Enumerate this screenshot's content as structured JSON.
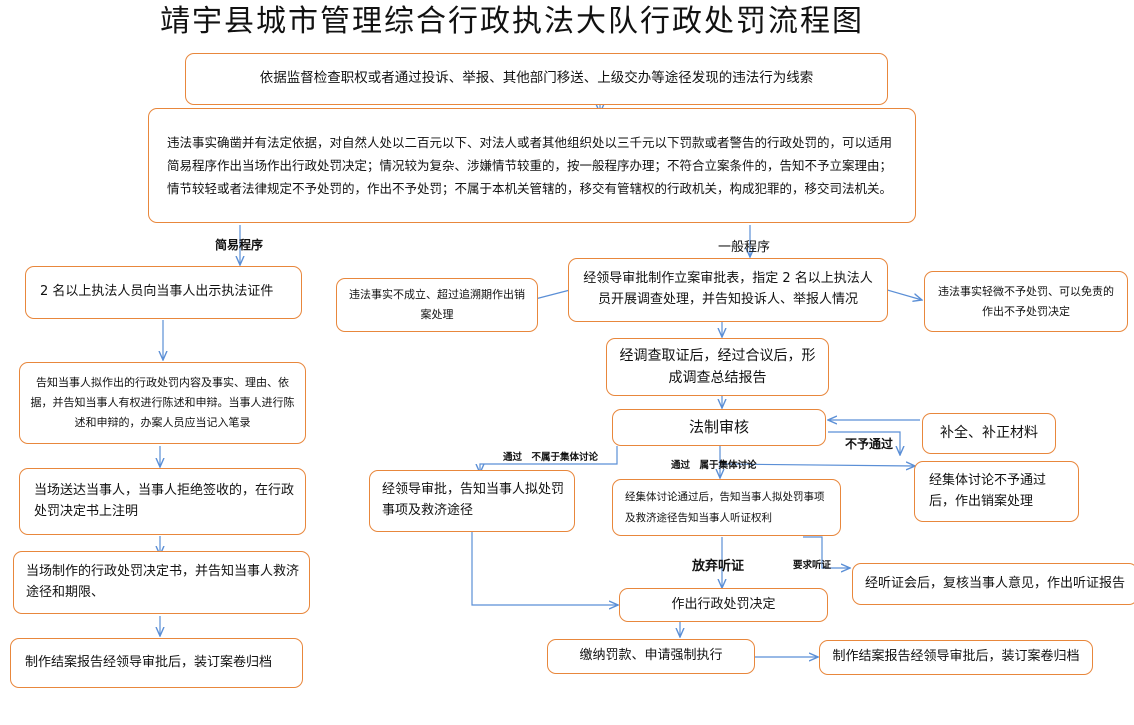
{
  "title": "靖宇县城市管理综合行政执法大队行政处罚流程图",
  "nodes": {
    "clue": "依据监督检查职权或者通过投诉、举报、其他部门移送、上级交办等途径发现的违法行为线索",
    "filter": "违法事实确凿并有法定依据，对自然人处以二百元以下、对法人或者其他组织处以三千元以下罚款或者警告的行政处罚的，可以适用简易程序作出当场作出行政处罚决定；情况较为复杂、涉嫌情节较重的，按一般程序办理；不符合立案条件的，告知不予立案理由；情节较轻或者法律规定不予处罚的，作出不予处罚；不属于本机关管辖的，移交有管辖权的行政机关，构成犯罪的，移交司法机关。",
    "s1": "2 名以上执法人员向当事人出示执法证件",
    "s2": "告知当事人拟作出的行政处罚内容及事实、理由、依据，并告知当事人有权进行陈述和申辩。当事人进行陈述和申辩的，办案人员应当记入笔录",
    "s3": "当场送达当事人，当事人拒绝签收的，在行政处罚决定书上注明",
    "s4": "当场制作的行政处罚决定书，并告知当事人救济途径和期限、",
    "s5": "制作结案报告经领导审批后，装订案卷归档",
    "g_approve": "经领导审批制作立案审批表，指定 2 名以上执法人员开展调查处理，并告知投诉人、举报人情况",
    "g_cancel": "违法事实不成立、超过追溯期作出销案处理",
    "g_exempt": "违法事实轻微不予处罚、可以免责的作出不予处罚决定",
    "g_report": "经调查取证后，经过合议后，形成调查总结报告",
    "g_legal": "法制审核",
    "g_supplement": "补全、补正材料",
    "g_leader": "经领导审批，告知当事人拟处罚事项及救济途径",
    "g_collective_ok": "经集体讨论通过后，告知当事人拟处罚事项及救济途径告知当事人听证权利",
    "g_collective_fail": "经集体讨论不予通过后，作出销案处理",
    "g_hearing": "经听证会后，复核当事人意见，作出听证报告",
    "g_decision": "作出行政处罚决定",
    "g_pay": "缴纳罚款、申请强制执行",
    "g_archive": "制作结案报告经领导审批后，装订案卷归档"
  },
  "labels": {
    "simple": "简易程序",
    "general": "一般程序",
    "no_pass": "不予通过",
    "pass_not_collective": "通过　不属于集体讨论",
    "pass_collective": "通过　属于集体讨论",
    "waive_hearing": "放弃听证",
    "request_hearing": "要求听证"
  },
  "colors": {
    "border": "#E8873C",
    "arrow": "#5B8FD6"
  }
}
